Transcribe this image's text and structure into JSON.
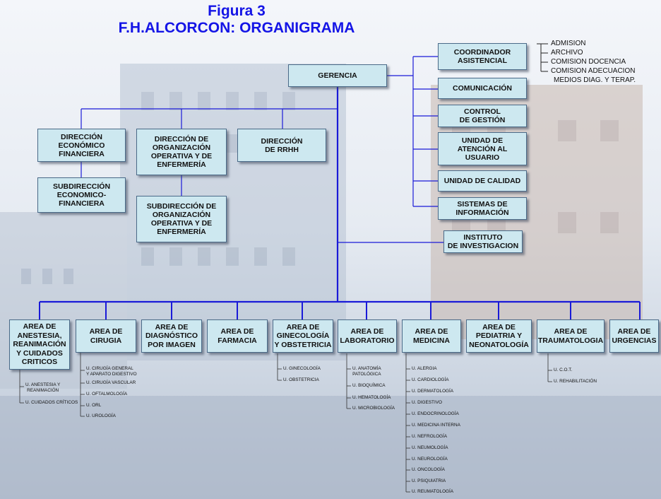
{
  "title": {
    "line1": "Figura 3",
    "line2": "F.H.ALCORCON: ORGANIGRAMA"
  },
  "gerencia": "GERENCIA",
  "staff": [
    {
      "label": "COORDINADOR\nASISTENCIAL"
    },
    {
      "label": "COMUNICACIÓN"
    },
    {
      "label": "CONTROL\nDE GESTIÓN"
    },
    {
      "label": "UNIDAD DE\nATENCIÓN AL\nUSUARIO"
    },
    {
      "label": "UNIDAD DE CALIDAD"
    },
    {
      "label": "SISTEMAS DE\nINFORMACIÓN"
    }
  ],
  "instituto": "INSTITUTO\nDE INVESTIGACION",
  "coordinador_items": [
    "ADMISION",
    "ARCHIVO",
    "COMISION DOCENCIA",
    "COMISION ADECUACION",
    "MEDIOS DIAG. Y TERAP."
  ],
  "directions": [
    {
      "label": "DIRECCIÓN\nECONÓMICO\nFINANCIERA"
    },
    {
      "label": "DIRECCIÓN DE\nORGANIZACIÓN\nOPERATIVA Y DE\nENFERMERÍA"
    },
    {
      "label": "DIRECCIÓN\nDE RRHH"
    }
  ],
  "subdirections": [
    {
      "label": "SUBDIRECCIÓN\nECONOMICO-\nFINANCIERA"
    },
    {
      "label": "SUBDIRECCIÓN DE\nORGANIZACIÓN\nOPERATIVA Y DE\nENFERMERÍA"
    }
  ],
  "areas": [
    {
      "label": "AREA DE\nANESTESIA,\nREANIMACIÓN\nY CUIDADOS\nCRITICOS",
      "units": [
        "U. ANESTESIA Y\nREANIMACIÓN",
        "U. CUIDADOS CRÍTICOS"
      ]
    },
    {
      "label": "AREA DE\nCIRUGIA",
      "units": [
        "U. CIRUGÍA GENERAL\nY APARATO DIGESTIVO",
        "U. CIRUGÍA VASCULAR",
        "U. OFTALMOLOGÍA",
        "U. ORL",
        "U. UROLOGÍA"
      ]
    },
    {
      "label": "AREA DE\nDIAGNÓSTICO\nPOR IMAGEN",
      "units": []
    },
    {
      "label": "AREA DE\nFARMACIA",
      "units": []
    },
    {
      "label": "AREA DE\nGINECOLOGÍA\nY OBSTETRICIA",
      "units": [
        "U. GINECOLOGÍA",
        "U. OBSTETRICIA"
      ]
    },
    {
      "label": "AREA DE\nLABORATORIO",
      "units": [
        "U. ANATOMÍA\nPATOLÓGICA",
        "U. BIOQUÍMICA",
        "U. HEMATOLOGÍA",
        "U. MICROBIOLOGÍA"
      ]
    },
    {
      "label": "AREA DE\nMEDICINA",
      "units": [
        "U. ALERGIA",
        "U. CARDIOLOGÍA",
        "U. DERMATOLOGÍA",
        "U. DIGESTIVO",
        "U. ENDOCRINOLOGÍA",
        "U. MEDICINA INTERNA",
        "U. NEFROLOGÍA",
        "U. NEUMOLOGÍA",
        "U. NEUROLOGÍA",
        "U. ONCOLOGÍA",
        "U. PSIQUIATRIA",
        "U. REUMATOLOGÍA"
      ]
    },
    {
      "label": "AREA DE\nPEDIATRIA Y\nNEONATOLOGÍA",
      "units": []
    },
    {
      "label": "AREA DE\nTRAUMATOLOGIA",
      "units": [
        "U. C.O.T.",
        "U. REHABILITACIÓN"
      ]
    },
    {
      "label": "AREA DE\nURGENCIAS",
      "units": []
    }
  ],
  "colors": {
    "title": "#1414e6",
    "box_fill": "#cde8f0",
    "connector": "#1a1ad8"
  }
}
